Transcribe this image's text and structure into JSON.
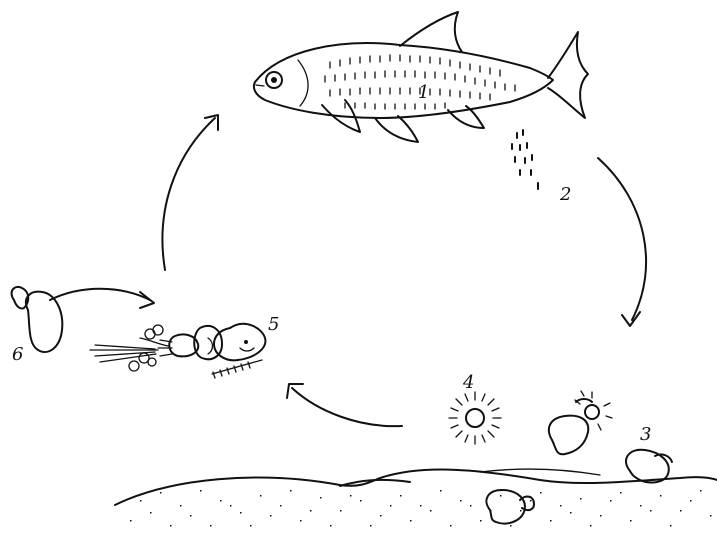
{
  "labels": {
    "fish": "1",
    "spores": "2",
    "sediment_cyst": "3",
    "free_stage": "4",
    "crustacean_host": "5",
    "cyst_6": "6"
  },
  "colors": {
    "ink": "#111111",
    "background": "#ffffff"
  }
}
